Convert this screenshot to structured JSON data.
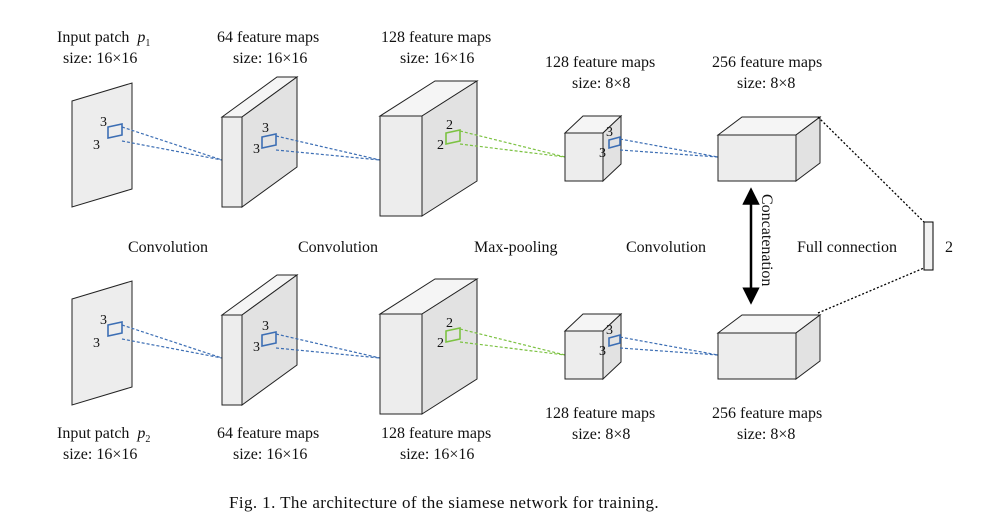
{
  "colors": {
    "face_front": "#ededed",
    "face_side": "#e2e2e2",
    "face_top": "#f5f5f5",
    "stroke": "#222222",
    "kernel_conv": "#3c6eb4",
    "kernel_pool": "#7cc242"
  },
  "branch_top": {
    "input": {
      "line1": "Input patch",
      "var": "p",
      "sub": "1",
      "line2": "size: 16×16"
    },
    "conv1": {
      "line1": "64 feature maps",
      "line2": "size: 16×16"
    },
    "conv2": {
      "line1": "128 feature maps",
      "line2": "size: 16×16"
    },
    "pool": {
      "line1": "128 feature maps",
      "line2": "size: 8×8"
    },
    "conv3": {
      "line1": "256 feature maps",
      "line2": "size: 8×8"
    }
  },
  "branch_bottom": {
    "input": {
      "line1": "Input patch",
      "var": "p",
      "sub": "2",
      "line2": "size: 16×16"
    },
    "conv1": {
      "line1": "64 feature maps",
      "line2": "size: 16×16"
    },
    "conv2": {
      "line1": "128 feature maps",
      "line2": "size: 16×16"
    },
    "pool": {
      "line1": "128 feature maps",
      "line2": "size: 8×8"
    },
    "conv3": {
      "line1": "256 feature maps",
      "line2": "size: 8×8"
    }
  },
  "operations": {
    "op1": "Convolution",
    "op2": "Convolution",
    "op3": "Max-pooling",
    "op4": "Convolution",
    "op5": "Full connection"
  },
  "concatenation": "Concatenation",
  "output_size": "2",
  "kernels": {
    "conv": "3",
    "pool": "2"
  },
  "caption": "Fig. 1. The architecture of the siamese network for training."
}
